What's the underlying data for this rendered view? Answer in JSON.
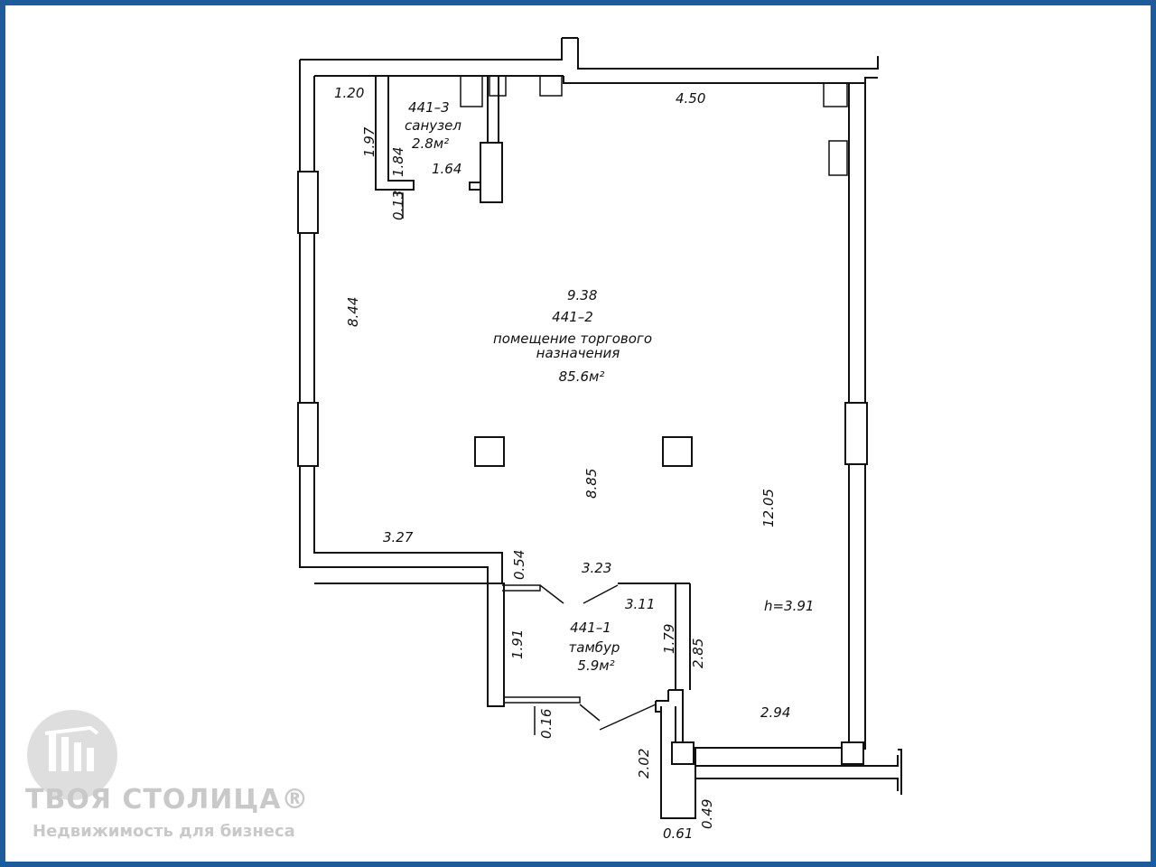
{
  "rooms": {
    "r1": {
      "id": "441–1",
      "name": "тамбур",
      "area": "5.9м²"
    },
    "r2": {
      "id": "441–2",
      "name_line1": "помещение торгового",
      "name_line2": "назначения",
      "area": "85.6м²"
    },
    "r3": {
      "id": "441–3",
      "name": "санузел",
      "area": "2.8м²"
    }
  },
  "dims": {
    "d_1_20": "1.20",
    "d_1_97": "1.97",
    "d_1_84": "1.84",
    "d_0_13": "0.13",
    "d_1_64": "1.64",
    "d_4_50": "4.50",
    "d_9_38": "9.38",
    "d_8_44": "8.44",
    "d_8_85": "8.85",
    "d_12_05": "12.05",
    "d_3_27": "3.27",
    "d_0_54": "0.54",
    "d_3_23": "3.23",
    "d_3_11": "3.11",
    "d_1_91": "1.91",
    "d_1_79": "1.79",
    "d_2_85": "2.85",
    "d_2_94": "2.94",
    "d_0_16": "0.16",
    "d_2_02": "2.02",
    "d_0_49": "0.49",
    "d_0_61": "0.61"
  },
  "height": "h=3.91",
  "watermark": {
    "brand": "ТВОЯ СТОЛИЦА®",
    "tagline": "Недвижимость для бизнеса"
  },
  "colors": {
    "border": "#1d5b9a",
    "watermark": "#c9c9c9"
  }
}
